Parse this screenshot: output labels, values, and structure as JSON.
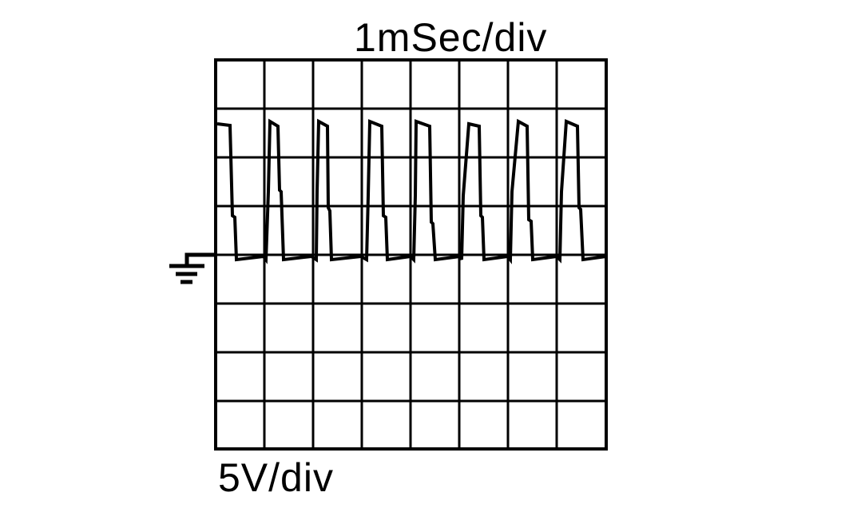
{
  "labels": {
    "time_scale": "1mSec/div",
    "voltage_scale": "5V/div"
  },
  "icons": {
    "ground": "ground-symbol-icon"
  },
  "colors": {
    "trace": "#000000",
    "grid": "#000000",
    "background": "#ffffff"
  },
  "grid": {
    "divisions_x": 8,
    "divisions_y": 8,
    "ground_division_from_top": 4
  },
  "chart_data": {
    "type": "line",
    "title": "",
    "xlabel": "1mSec/div",
    "ylabel": "5V/div",
    "x_units": "ms",
    "y_units": "V",
    "xlim": [
      0,
      8
    ],
    "ylim": [
      -20,
      20
    ],
    "grid": true,
    "description": "Oscilloscope trace: pulse train, ~8 pulses over 8 ms, peak ~13V above ground, returning to ~0V",
    "x": [
      0.0,
      0.3,
      0.35,
      0.4,
      1.0,
      1.05,
      1.1,
      1.35,
      1.4,
      1.5,
      2.0,
      2.05,
      2.1,
      2.35,
      2.4,
      2.5,
      3.0,
      3.05,
      3.1,
      3.4,
      3.45,
      3.55,
      4.0,
      4.05,
      4.1,
      4.4,
      4.45,
      4.55,
      5.0,
      5.05,
      5.1,
      5.35,
      5.4,
      5.5,
      6.0,
      6.05,
      6.1,
      6.35,
      6.4,
      6.5,
      7.0,
      7.05,
      7.1,
      7.35,
      7.4,
      7.5,
      8.0
    ],
    "values": [
      13.0,
      12.8,
      0.0,
      -0.3,
      0.0,
      13.5,
      13.0,
      0.0,
      -0.3,
      -0.3,
      0.0,
      13.5,
      13.0,
      0.0,
      -0.3,
      -0.3,
      0.0,
      13.5,
      13.0,
      0.0,
      -0.3,
      -0.3,
      0.0,
      13.5,
      13.0,
      0.0,
      -0.3,
      -0.3,
      0.0,
      13.5,
      13.0,
      0.0,
      -0.3,
      -0.3,
      0.0,
      13.5,
      13.0,
      0.0,
      -0.3,
      -0.3,
      0.0,
      13.5,
      13.0,
      0.0,
      -0.3,
      -0.3,
      0.0
    ]
  }
}
